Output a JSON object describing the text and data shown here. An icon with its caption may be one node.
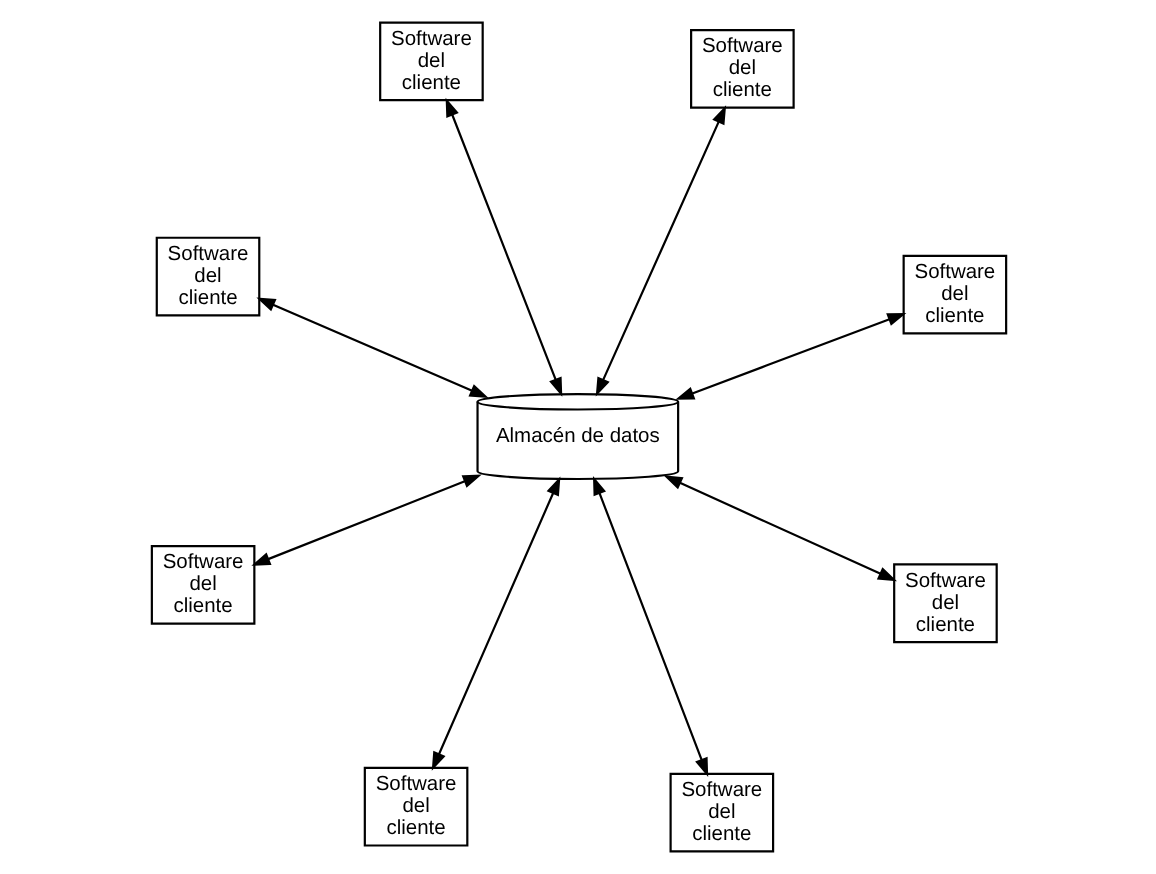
{
  "diagram": {
    "nodes": [
      {
        "text": [
          "Software del cliente"
        ]
      },
      {
        "text": [
          "Software del cliente"
        ]
      },
      {
        "text": [
          "Software del cliente"
        ]
      },
      {
        "text": [
          "Software del cliente"
        ]
      },
      {
        "text": [
          "Almacén de datos"
        ]
      },
      {
        "text": [
          "Software del cliente"
        ]
      },
      {
        "text": [
          "Software del cliente"
        ]
      },
      {
        "text": [
          "Software del cliente"
        ]
      },
      {
        "text": [
          "Software del cliente"
        ]
      }
    ],
    "edges": [
      {
        "from": 0,
        "to": 4,
        "arrow": "both"
      },
      {
        "from": 1,
        "to": 4,
        "arrow": "both"
      },
      {
        "from": 2,
        "to": 4,
        "arrow": "both"
      },
      {
        "from": 3,
        "to": 4,
        "arrow": "both"
      },
      {
        "from": 5,
        "to": 4,
        "arrow": "both"
      },
      {
        "from": 6,
        "to": 4,
        "arrow": "both"
      },
      {
        "from": 7,
        "to": 4,
        "arrow": "both"
      },
      {
        "from": 8,
        "to": 4,
        "arrow": "both"
      }
    ]
  }
}
